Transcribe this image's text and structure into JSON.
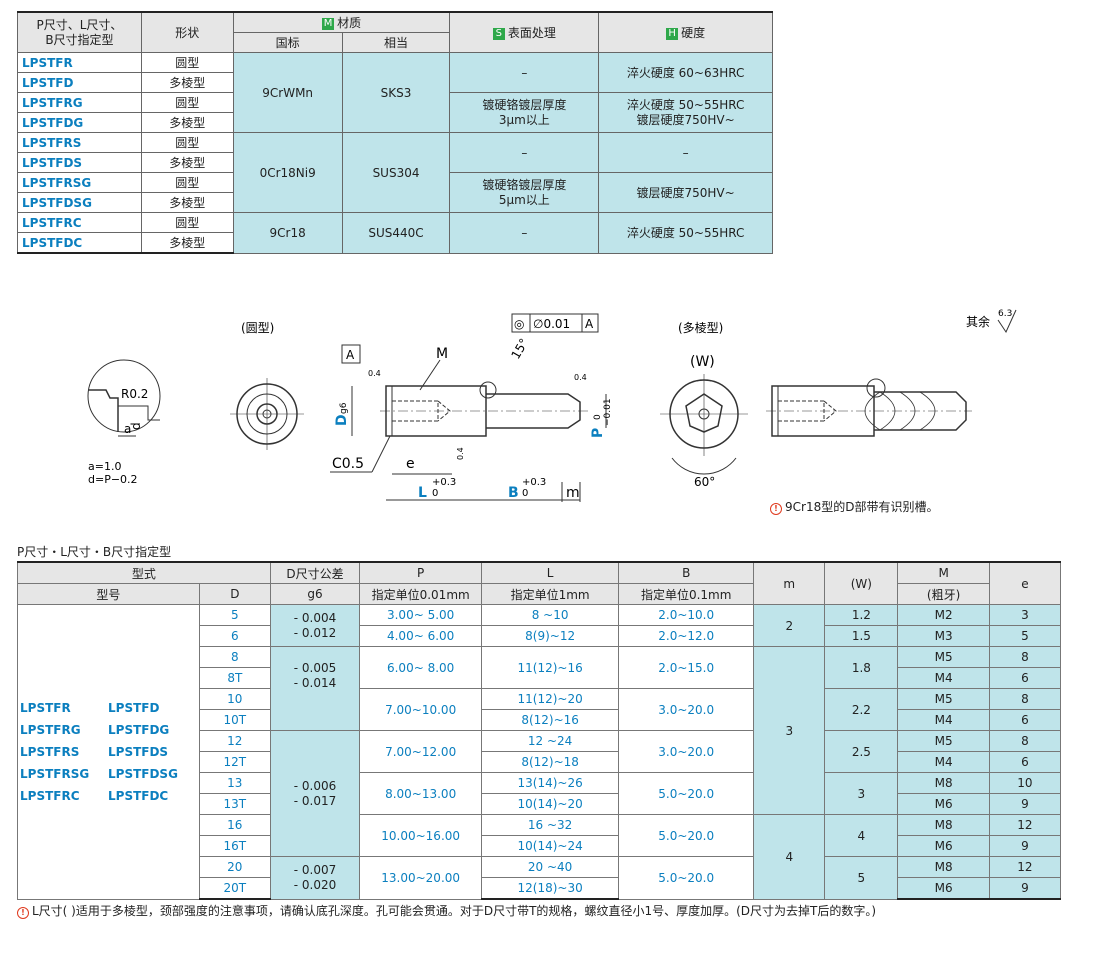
{
  "top_table": {
    "h_type": "P尺寸、L尺寸、\nB尺寸指定型",
    "h_shape": "形状",
    "h_material_badge": "M",
    "h_material": "材质",
    "h_national": "国标",
    "h_equiv": "相当",
    "h_surface_badge": "S",
    "h_surface": "表面处理",
    "h_hardness_badge": "H",
    "h_hardness": "硬度",
    "rows": [
      {
        "code": "LPSTFR",
        "shape": "圆型"
      },
      {
        "code": "LPSTFD",
        "shape": "多棱型"
      },
      {
        "code": "LPSTFRG",
        "shape": "圆型"
      },
      {
        "code": "LPSTFDG",
        "shape": "多棱型"
      },
      {
        "code": "LPSTFRS",
        "shape": "圆型"
      },
      {
        "code": "LPSTFDS",
        "shape": "多棱型"
      },
      {
        "code": "LPSTFRSG",
        "shape": "圆型"
      },
      {
        "code": "LPSTFDSG",
        "shape": "多棱型"
      },
      {
        "code": "LPSTFRC",
        "shape": "圆型"
      },
      {
        "code": "LPSTFDC",
        "shape": "多棱型"
      }
    ],
    "mat1_nat": "9CrWMn",
    "mat1_eq": "SKS3",
    "mat2_nat": "0Cr18Ni9",
    "mat2_eq": "SUS304",
    "mat3_nat": "9Cr18",
    "mat3_eq": "SUS440C",
    "surf1": "–",
    "surf2": "镀硬铬镀层厚度\n3μm以上",
    "surf3": "–",
    "surf4": "镀硬铬镀层厚度\n5μm以上",
    "surf5": "–",
    "hard1": "淬火硬度 60~63HRC",
    "hard2": "淬火硬度 50~55HRC\n镀层硬度750HV~",
    "hard3": "–",
    "hard4": "镀层硬度750HV~",
    "hard5": "淬火硬度 50~55HRC"
  },
  "diagram": {
    "round_label": "(圆型)",
    "poly_label": "(多棱型)",
    "r02": "R0.2",
    "a_lbl": "a",
    "d_lbl": "d",
    "a_eq": "a=1.0",
    "d_eq": "d=P−0.2",
    "datum": "A",
    "m_lbl": "M",
    "tol_frame_sym": "◎",
    "tol_frame_val": "∅0.01",
    "tol_frame_ref": "A",
    "angle15": "15°",
    "rough04": "0.4",
    "d_g6": "D",
    "g6": "g6",
    "c05": "C0.5",
    "e_lbl": "e",
    "l_lbl": "L",
    "l_tol_up": "+0.3",
    "l_tol_lo": "0",
    "b_lbl": "B",
    "b_tol_up": "+0.3",
    "b_tol_lo": "0",
    "m_small": "m",
    "p_lbl": "P",
    "p_tol_up": "0",
    "p_tol_lo": "−0.01",
    "w_lbl": "(W)",
    "angle60": "60°",
    "rest_label": "其余",
    "rest_val": "6.3",
    "note": "9Cr18型的D部带有识别槽。"
  },
  "section_title": "P尺寸・L尺寸・B尺寸指定型",
  "bottom_table": {
    "h_form": "型式",
    "h_model": "型号",
    "h_D": "D",
    "h_dtol": "D尺寸公差",
    "h_g6": "g6",
    "h_P": "P",
    "h_P_unit": "指定单位0.01mm",
    "h_L": "L",
    "h_L_unit": "指定单位1mm",
    "h_B": "B",
    "h_B_unit": "指定单位0.1mm",
    "h_m": "m",
    "h_W": "(W)",
    "h_M": "M",
    "h_M2": "(粗牙)",
    "h_e": "e",
    "models": [
      [
        "LPSTFR",
        "LPSTFD"
      ],
      [
        "LPSTFRG",
        "LPSTFDG"
      ],
      [
        "LPSTFRS",
        "LPSTFDS"
      ],
      [
        "LPSTFRSG",
        "LPSTFDSG"
      ],
      [
        "LPSTFRC",
        "LPSTFDC"
      ]
    ],
    "D": [
      "5",
      "6",
      "8",
      "8T",
      "10",
      "10T",
      "12",
      "12T",
      "13",
      "13T",
      "16",
      "16T",
      "20",
      "20T"
    ],
    "tol": [
      "- 0.004\n- 0.012",
      "- 0.005\n- 0.014",
      "- 0.006\n- 0.017",
      "- 0.007\n- 0.020"
    ],
    "P": [
      "3.00~ 5.00",
      "4.00~ 6.00",
      "6.00~ 8.00",
      "7.00~10.00",
      "7.00~12.00",
      "8.00~13.00",
      "10.00~16.00",
      "13.00~20.00"
    ],
    "L": [
      "8 ~10",
      "8(9)~12",
      "11(12)~16",
      "11(12)~20",
      "8(12)~16",
      "12 ~24",
      "8(12)~18",
      "13(14)~26",
      "10(14)~20",
      "16 ~32",
      "10(14)~24",
      "20 ~40",
      "12(18)~30"
    ],
    "B": [
      "2.0~10.0",
      "2.0~12.0",
      "2.0~15.0",
      "3.0~20.0",
      "3.0~20.0",
      "5.0~20.0",
      "5.0~20.0",
      "5.0~20.0"
    ],
    "m": [
      "2",
      "3",
      "4"
    ],
    "W": [
      "1.2",
      "1.5",
      "1.8",
      "2.2",
      "2.5",
      "3",
      "4",
      "5"
    ],
    "M": [
      "M2",
      "M3",
      "M5",
      "M4",
      "M5",
      "M4",
      "M5",
      "M4",
      "M8",
      "M6",
      "M8",
      "M6",
      "M8",
      "M6"
    ],
    "e": [
      "3",
      "5",
      "8",
      "6",
      "8",
      "6",
      "8",
      "6",
      "10",
      "9",
      "12",
      "9",
      "12",
      "9"
    ]
  },
  "footnote": "L尺寸( )适用于多棱型，颈部强度的注意事项，请确认底孔深度。孔可能会贯通。对于D尺寸带T的规格，螺纹直径小1号、厚度加厚。(D尺寸为去掉T后的数字。)"
}
